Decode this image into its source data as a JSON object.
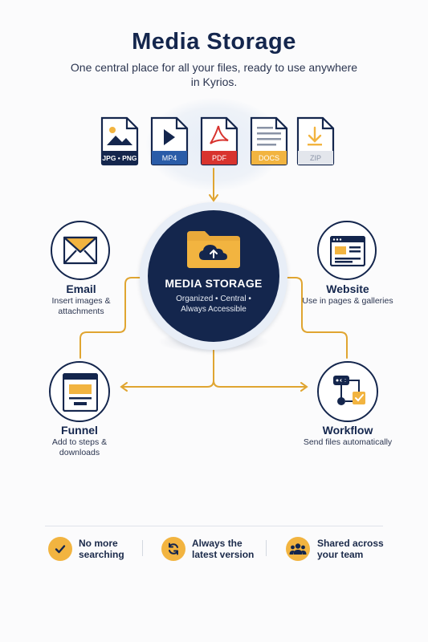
{
  "header": {
    "title": "Media Storage",
    "subtitle": "One central place for all your files, ready to use anywhere in Kyrios."
  },
  "file_types": [
    {
      "label": "JPG • PNG",
      "color": "#14264d",
      "icon": "image-icon"
    },
    {
      "label": "MP4",
      "color": "#2a5ca8",
      "icon": "play-icon"
    },
    {
      "label": "PDF",
      "color": "#d8332e",
      "icon": "pdf-icon"
    },
    {
      "label": "DOCS",
      "color": "#f2b440",
      "icon": "document-lines-icon"
    },
    {
      "label": "ZIP",
      "color": "#e3e6ec",
      "icon": "download-icon"
    }
  ],
  "hub": {
    "title": "MEDIA STORAGE",
    "subtitle": "Organized • Central • Always Accessible",
    "icon": "cloud-folder-icon"
  },
  "nodes": {
    "email": {
      "title": "Email",
      "desc": "Insert images & attachments",
      "icon": "envelope-icon"
    },
    "website": {
      "title": "Website",
      "desc": "Use in pages & galleries",
      "icon": "browser-icon"
    },
    "funnel": {
      "title": "Funnel",
      "desc": "Add to steps & downloads",
      "icon": "funnel-page-icon"
    },
    "workflow": {
      "title": "Workflow",
      "desc": "Send files automatically",
      "icon": "workflow-icon"
    }
  },
  "benefits": [
    {
      "text": "No more searching",
      "icon": "check-icon"
    },
    {
      "text": "Always the latest version",
      "icon": "sync-icon"
    },
    {
      "text": "Shared across your team",
      "icon": "team-icon"
    }
  ],
  "colors": {
    "navy": "#14264d",
    "gold": "#f2b440",
    "accent_line": "#e0a531"
  }
}
